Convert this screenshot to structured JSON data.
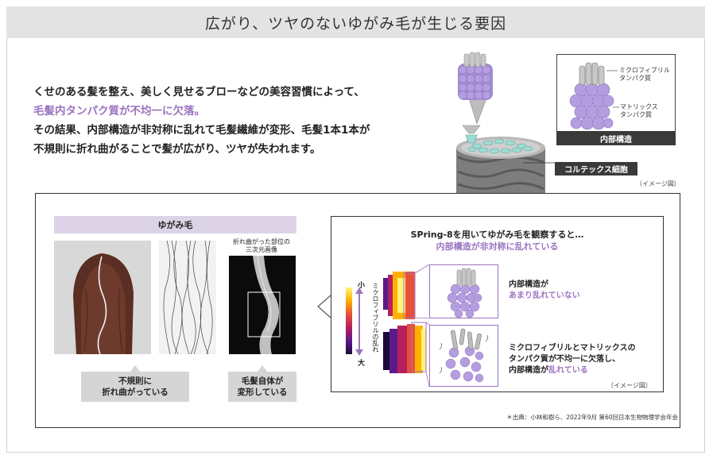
{
  "title": "広がり、ツヤのないゆがみ毛が生じる要因",
  "intro": {
    "line1": "くせのある髪を整え、美しく見せるブローなどの美容習慣によって、",
    "line2": "毛髪内タンパク質が不均一に欠落。",
    "line3": "その結果、内部構造が非対称に乱れて毛髪繊維が変形、毛髪1本1本が",
    "line4": "不規則に折れ曲がることで髪が広がり、ツヤが失われます。"
  },
  "top_diagram": {
    "microfibril_label_1": "ミクロフィブリル",
    "microfibril_label_2": "タンパク質",
    "matrix_label_1": "マトリックス",
    "matrix_label_2": "タンパク質",
    "inner_structure_label": "内部構造",
    "cortex_label": "コルテックス細胞",
    "image_note": "（イメージ図）"
  },
  "left_panel": {
    "header": "ゆがみ毛",
    "scan_caption_1": "折れ曲がった部位の",
    "scan_caption_2": "三次元画像",
    "bubble_1_line1": "不規則に",
    "bubble_1_line2": "折れ曲がっている",
    "bubble_2_line1": "毛髪自体が",
    "bubble_2_line2": "変形している"
  },
  "right_panel": {
    "title_line1": "SPring-8を用いてゆがみ毛を観察すると…",
    "title_line2": "内部構造が非対称に乱れている",
    "scale_small": "小",
    "scale_large": "大",
    "scale_axis_label": "ミクロフィブリルの乱れ",
    "desc_1_line1": "内部構造が",
    "desc_1_line2": "あまり乱れていない",
    "desc_2_line1": "ミクロフィブリルとマトリックスの",
    "desc_2_line2": "タンパク質が不均一に欠落し、",
    "desc_2_line3a": "内部構造が",
    "desc_2_line3b": "乱れている",
    "image_note": "（イメージ図）"
  },
  "source": "＊出典：小林和樹ら、2022年9月 第60回日本生物物理学会年会",
  "colors": {
    "accent_purple": "#9a73c0",
    "title_bar": "#e3e3e3",
    "header_lavender": "#dcd4e6",
    "bubble_gray": "#d5d5d5",
    "label_dark": "#3a3a3a"
  }
}
